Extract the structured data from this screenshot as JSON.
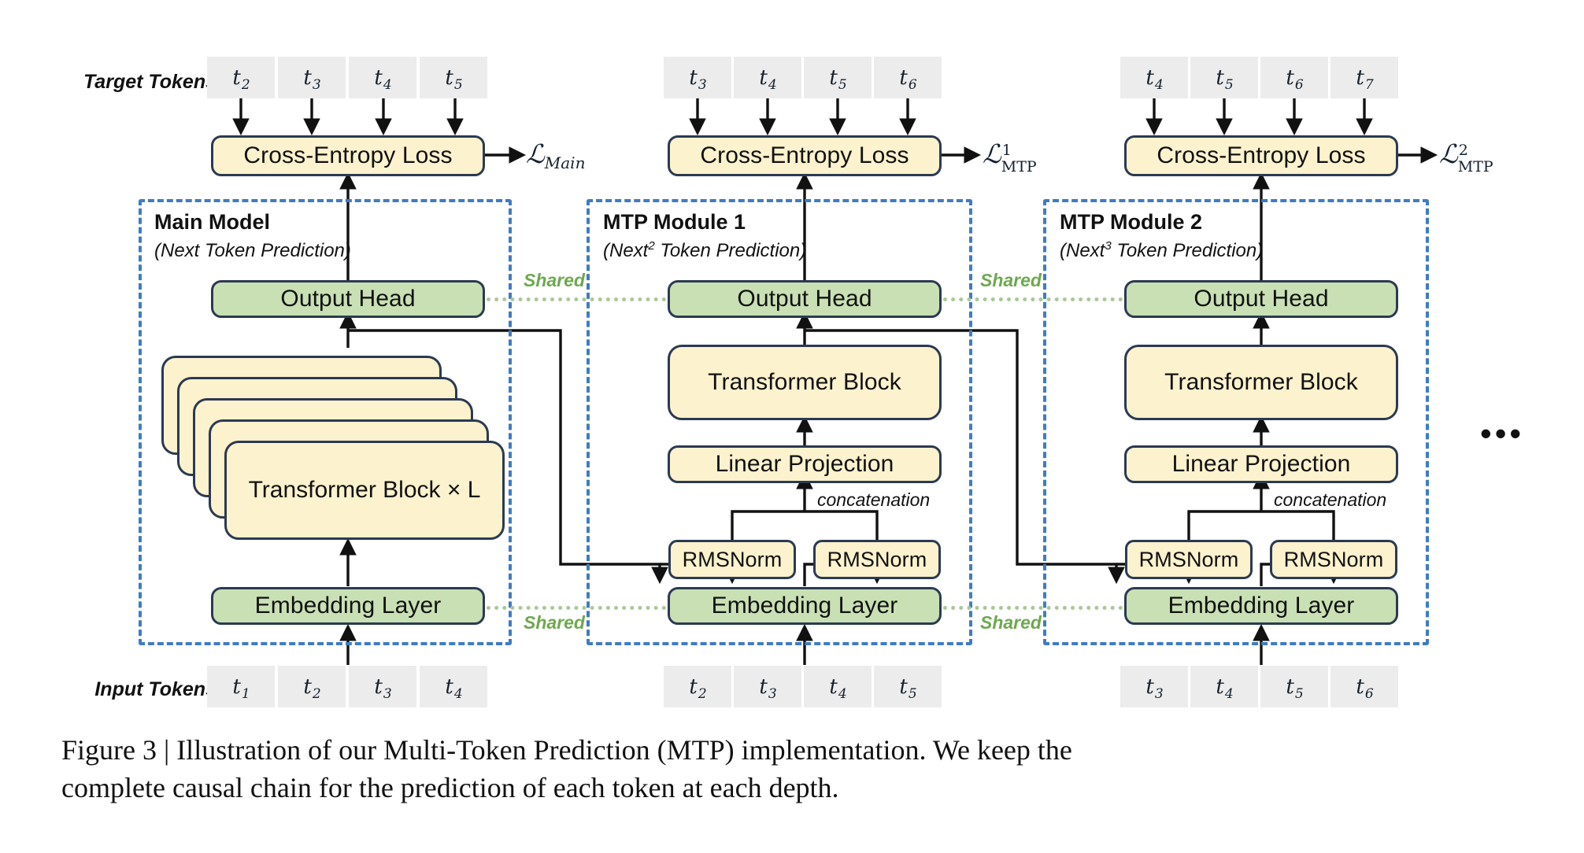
{
  "figure": {
    "caption_line1": "Figure 3 | Illustration of our Multi-Token Prediction (MTP) implementation.  We keep the",
    "caption_line2": "complete causal chain for the prediction of each token at each depth."
  },
  "row_labels": {
    "target": "Target Tokens",
    "input": "Input Tokens"
  },
  "columns": [
    {
      "id": "main",
      "title": "Main Model",
      "subtitle_pre": "(Next",
      "subtitle_sup": "",
      "subtitle_post": " Token Prediction)",
      "loss": {
        "symbol": "L",
        "sup": "",
        "sub": "Main"
      },
      "target_tokens": [
        "t2",
        "t3",
        "t4",
        "t5"
      ],
      "input_tokens": [
        "t1",
        "t2",
        "t3",
        "t4"
      ],
      "loss_box": "Cross-Entropy Loss",
      "output_head": "Output Head",
      "trunk": "Transformer Block × L",
      "embedding": "Embedding Layer"
    },
    {
      "id": "mtp1",
      "title": "MTP Module 1",
      "subtitle_pre": "(Next",
      "subtitle_sup": "2",
      "subtitle_post": " Token Prediction)",
      "loss": {
        "symbol": "L",
        "sup": "1",
        "sub": "MTP"
      },
      "target_tokens": [
        "t3",
        "t4",
        "t5",
        "t6"
      ],
      "input_tokens": [
        "t2",
        "t3",
        "t4",
        "t5"
      ],
      "loss_box": "Cross-Entropy Loss",
      "output_head": "Output Head",
      "transformer": "Transformer Block",
      "linear": "Linear Projection",
      "concat": "concatenation",
      "rmsnorm_left": "RMSNorm",
      "rmsnorm_right": "RMSNorm",
      "embedding": "Embedding Layer"
    },
    {
      "id": "mtp2",
      "title": "MTP Module 2",
      "subtitle_pre": "(Next",
      "subtitle_sup": "3",
      "subtitle_post": " Token Prediction)",
      "loss": {
        "symbol": "L",
        "sup": "2",
        "sub": "MTP"
      },
      "target_tokens": [
        "t4",
        "t5",
        "t6",
        "t7"
      ],
      "input_tokens": [
        "t3",
        "t4",
        "t5",
        "t6"
      ],
      "loss_box": "Cross-Entropy Loss",
      "output_head": "Output Head",
      "transformer": "Transformer Block",
      "linear": "Linear Projection",
      "concat": "concatenation",
      "rmsnorm_left": "RMSNorm",
      "rmsnorm_right": "RMSNorm",
      "embedding": "Embedding Layer"
    }
  ],
  "shared_labels": {
    "head_1": "Shared",
    "head_2": "Shared",
    "emb_1": "Shared",
    "emb_2": "Shared"
  },
  "continuation": "•••",
  "colors": {
    "module_frame": "#3f7cc2",
    "yellow_box": "#fcf2cd",
    "green_box": "#c9e0b4",
    "box_stroke": "#2b3a52",
    "token_bg": "#ececec",
    "shared_green": "#6ea84f",
    "shared_dotted": "#a9c896"
  }
}
